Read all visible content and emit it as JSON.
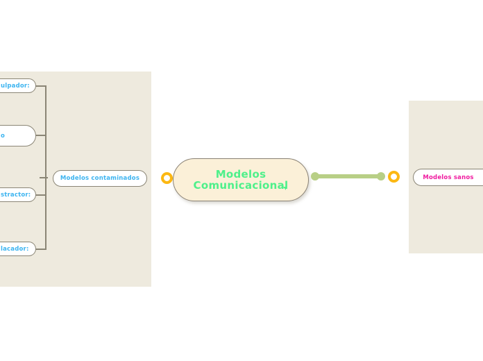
{
  "document": {
    "type": "mind-map",
    "background_color": "#ffffff",
    "panel_color": "#eeeade"
  },
  "central_node": {
    "name": "central-topic",
    "line1": "Modelos",
    "line2": "Comunicacional",
    "text_color": "#4ef08a",
    "fill_color": "#fbf0d8",
    "border_color": "#8a8275",
    "caret": "text-cursor"
  },
  "left_branch": {
    "parent": {
      "label": "Modelos contaminados",
      "text_color": "#3cb4f0"
    },
    "children": [
      {
        "label": "ulpador:",
        "text_color": "#3cb4f0"
      },
      {
        "label": "o",
        "text_color": "#3cb4f0"
      },
      {
        "label": "stractor:",
        "text_color": "#3cb4f0"
      },
      {
        "label": "lacador:",
        "text_color": "#3cb4f0"
      }
    ]
  },
  "right_branch": {
    "node": {
      "label": "Modelos sanos",
      "text_color": "#f01ca0"
    }
  },
  "connectors": {
    "ring_color": "#fcb813",
    "link_color": "#b8cf86",
    "tree_line_color": "#8a8575"
  }
}
